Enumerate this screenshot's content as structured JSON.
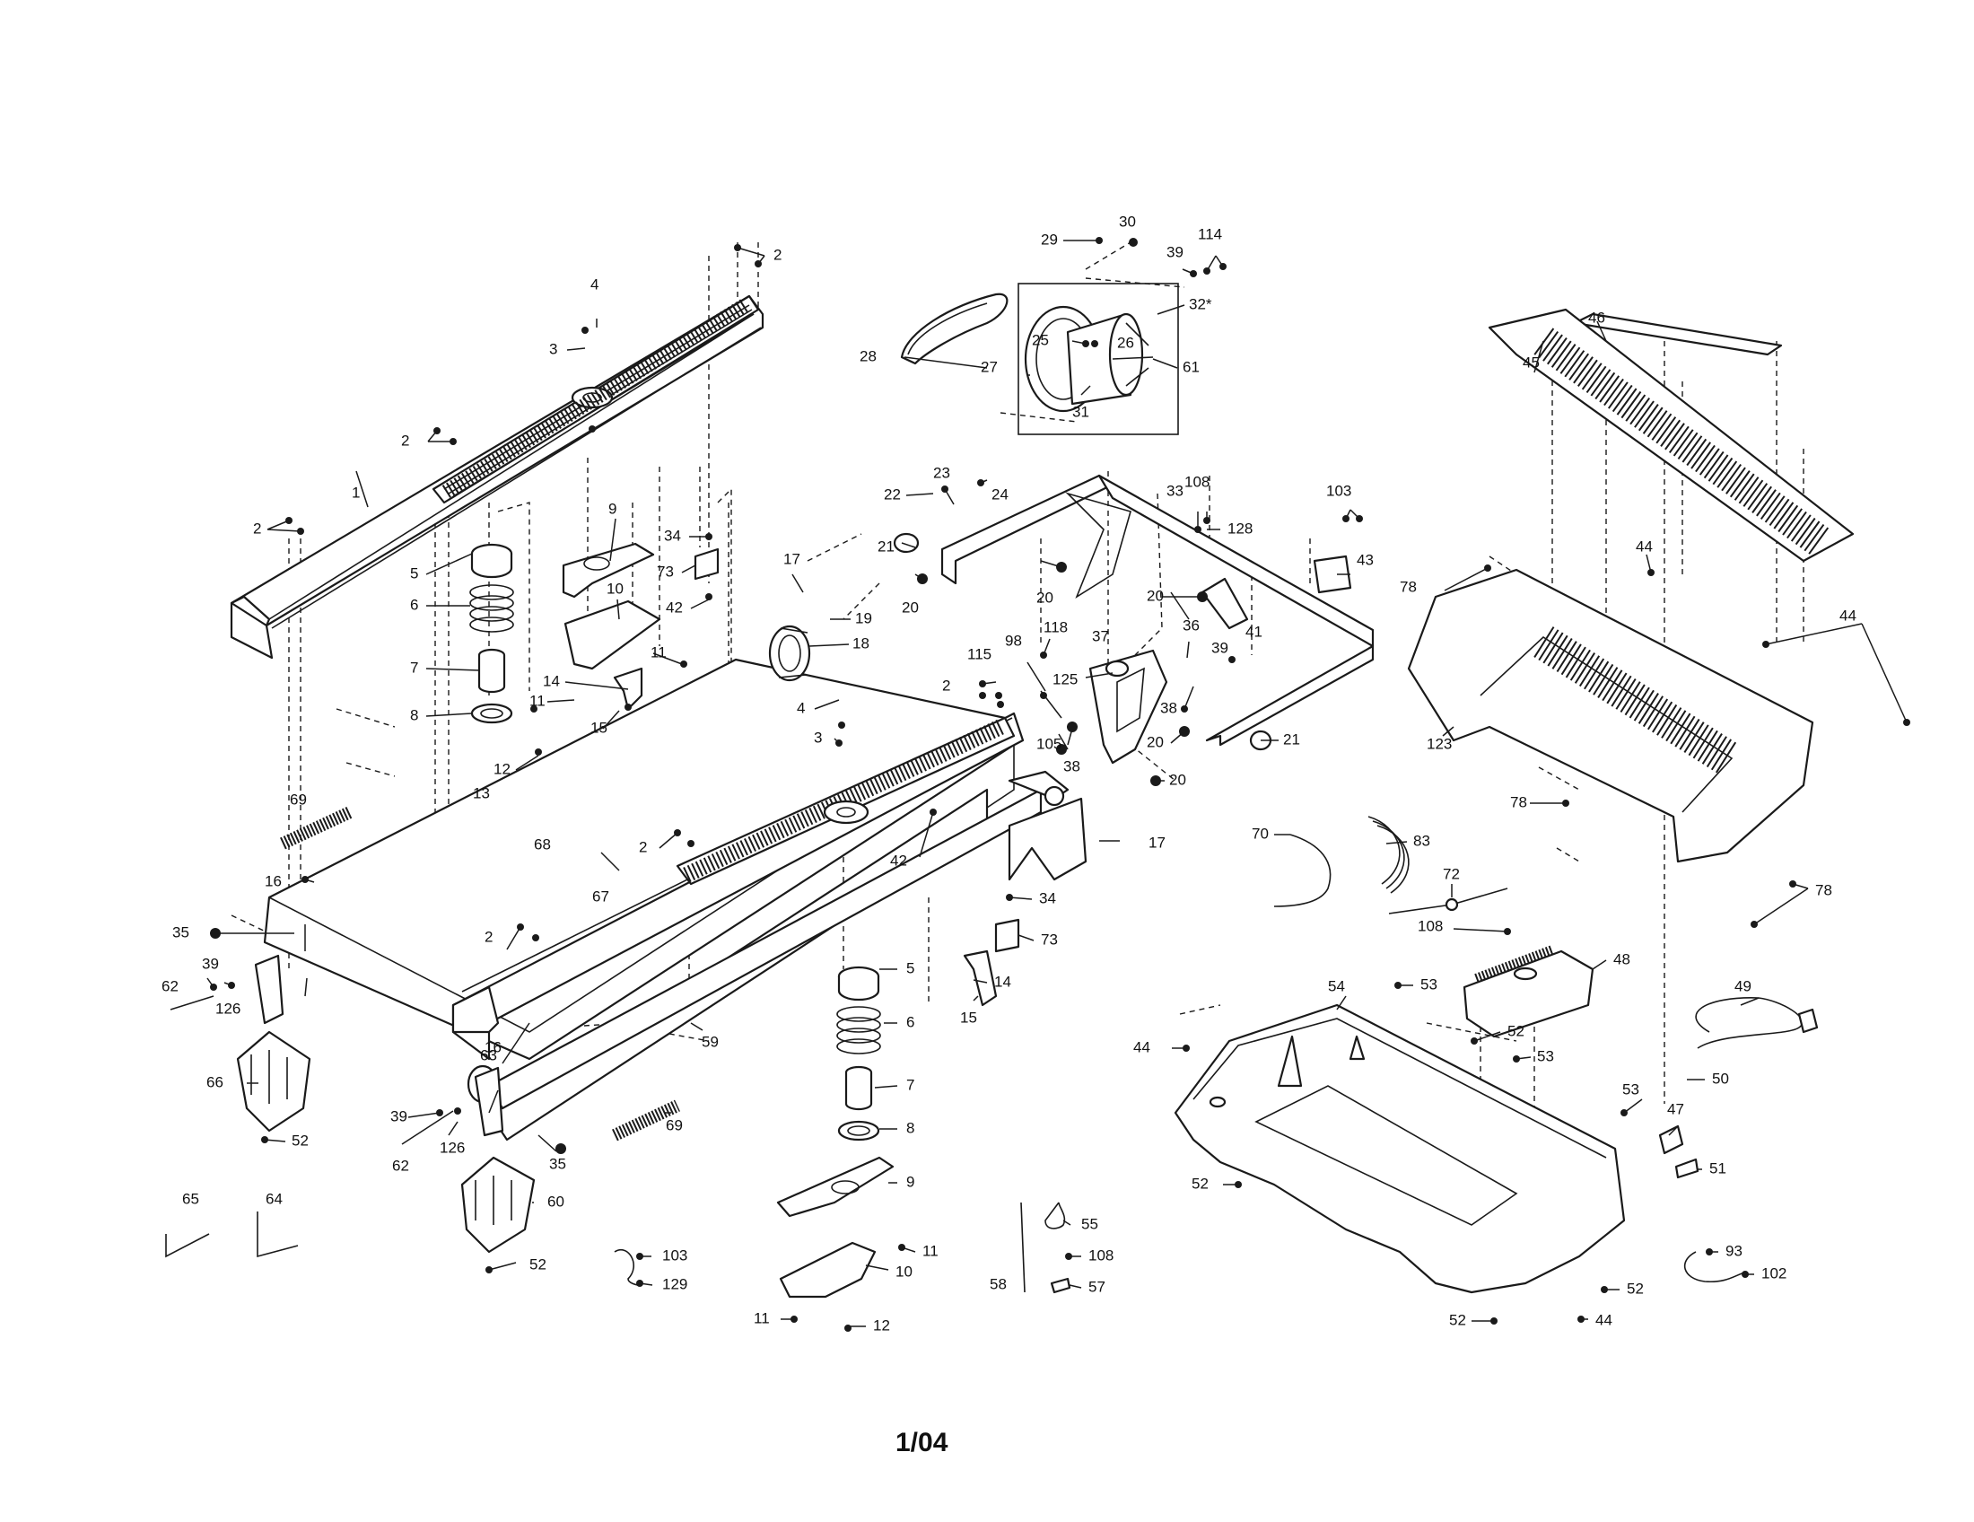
{
  "page_number": "1/04",
  "callouts": [
    {
      "id": "c2a",
      "label": "2"
    },
    {
      "id": "c4a",
      "label": "4"
    },
    {
      "id": "c3a",
      "label": "3"
    },
    {
      "id": "c2b",
      "label": "2"
    },
    {
      "id": "c1",
      "label": "1"
    },
    {
      "id": "c2c",
      "label": "2"
    },
    {
      "id": "c5a",
      "label": "5"
    },
    {
      "id": "c6a",
      "label": "6"
    },
    {
      "id": "c7a",
      "label": "7"
    },
    {
      "id": "c8a",
      "label": "8"
    },
    {
      "id": "c9a",
      "label": "9"
    },
    {
      "id": "c10a",
      "label": "10"
    },
    {
      "id": "c34a",
      "label": "34"
    },
    {
      "id": "c73a",
      "label": "73"
    },
    {
      "id": "c42a",
      "label": "42"
    },
    {
      "id": "c11a",
      "label": "11"
    },
    {
      "id": "c11b",
      "label": "11"
    },
    {
      "id": "c14a",
      "label": "14"
    },
    {
      "id": "c15a",
      "label": "15"
    },
    {
      "id": "c12a",
      "label": "12"
    },
    {
      "id": "c13",
      "label": "13"
    },
    {
      "id": "c69a",
      "label": "69"
    },
    {
      "id": "c68",
      "label": "68"
    },
    {
      "id": "c16a",
      "label": "16"
    },
    {
      "id": "c35a",
      "label": "35"
    },
    {
      "id": "c39a",
      "label": "39"
    },
    {
      "id": "c62a",
      "label": "62"
    },
    {
      "id": "c126a",
      "label": "126"
    },
    {
      "id": "c66",
      "label": "66"
    },
    {
      "id": "c52a",
      "label": "52"
    },
    {
      "id": "c65",
      "label": "65"
    },
    {
      "id": "c64",
      "label": "64"
    },
    {
      "id": "c17a",
      "label": "17"
    },
    {
      "id": "c19",
      "label": "19"
    },
    {
      "id": "c18",
      "label": "18"
    },
    {
      "id": "c4b",
      "label": "4"
    },
    {
      "id": "c3b",
      "label": "3"
    },
    {
      "id": "c2d",
      "label": "2"
    },
    {
      "id": "c67",
      "label": "67"
    },
    {
      "id": "c2e",
      "label": "2"
    },
    {
      "id": "c42b",
      "label": "42"
    },
    {
      "id": "c16b",
      "label": "16"
    },
    {
      "id": "c63",
      "label": "63"
    },
    {
      "id": "c59",
      "label": "59"
    },
    {
      "id": "c69b",
      "label": "69"
    },
    {
      "id": "c39b",
      "label": "39"
    },
    {
      "id": "c62b",
      "label": "62"
    },
    {
      "id": "c126b",
      "label": "126"
    },
    {
      "id": "c35b",
      "label": "35"
    },
    {
      "id": "c60",
      "label": "60"
    },
    {
      "id": "c52b",
      "label": "52"
    },
    {
      "id": "c103a",
      "label": "103"
    },
    {
      "id": "c129",
      "label": "129"
    },
    {
      "id": "c5b",
      "label": "5"
    },
    {
      "id": "c6b",
      "label": "6"
    },
    {
      "id": "c7b",
      "label": "7"
    },
    {
      "id": "c8b",
      "label": "8"
    },
    {
      "id": "c9b",
      "label": "9"
    },
    {
      "id": "c11c",
      "label": "11"
    },
    {
      "id": "c10b",
      "label": "10"
    },
    {
      "id": "c11d",
      "label": "11"
    },
    {
      "id": "c12b",
      "label": "12"
    },
    {
      "id": "c34b",
      "label": "34"
    },
    {
      "id": "c73b",
      "label": "73"
    },
    {
      "id": "c14b",
      "label": "14"
    },
    {
      "id": "c15b",
      "label": "15"
    },
    {
      "id": "c58",
      "label": "58"
    },
    {
      "id": "c55",
      "label": "55"
    },
    {
      "id": "c108a",
      "label": "108"
    },
    {
      "id": "c57",
      "label": "57"
    },
    {
      "id": "c29",
      "label": "29"
    },
    {
      "id": "c30",
      "label": "30"
    },
    {
      "id": "c39c",
      "label": "39"
    },
    {
      "id": "c114",
      "label": "114"
    },
    {
      "id": "c32",
      "label": "32*"
    },
    {
      "id": "c28",
      "label": "28"
    },
    {
      "id": "c27",
      "label": "27"
    },
    {
      "id": "c61",
      "label": "61"
    },
    {
      "id": "c31",
      "label": "31"
    },
    {
      "id": "c25",
      "label": "25"
    },
    {
      "id": "c26",
      "label": "26"
    },
    {
      "id": "c23",
      "label": "23"
    },
    {
      "id": "c22",
      "label": "22"
    },
    {
      "id": "c24",
      "label": "24"
    },
    {
      "id": "c21a",
      "label": "21"
    },
    {
      "id": "c20a",
      "label": "20"
    },
    {
      "id": "c20b",
      "label": "20"
    },
    {
      "id": "c33",
      "label": "33"
    },
    {
      "id": "c108b",
      "label": "108"
    },
    {
      "id": "c128",
      "label": "128"
    },
    {
      "id": "c103b",
      "label": "103"
    },
    {
      "id": "c43",
      "label": "43"
    },
    {
      "id": "c20c",
      "label": "20"
    },
    {
      "id": "c36",
      "label": "36"
    },
    {
      "id": "c41",
      "label": "41"
    },
    {
      "id": "c39d",
      "label": "39"
    },
    {
      "id": "c118",
      "label": "118"
    },
    {
      "id": "c98",
      "label": "98"
    },
    {
      "id": "c115",
      "label": "115"
    },
    {
      "id": "c2f",
      "label": "2"
    },
    {
      "id": "c125",
      "label": "125"
    },
    {
      "id": "c37",
      "label": "37"
    },
    {
      "id": "c38a",
      "label": "38"
    },
    {
      "id": "c105",
      "label": "105"
    },
    {
      "id": "c38b",
      "label": "38"
    },
    {
      "id": "c20d",
      "label": "20"
    },
    {
      "id": "c20e",
      "label": "20"
    },
    {
      "id": "c21b",
      "label": "21"
    },
    {
      "id": "c17b",
      "label": "17"
    },
    {
      "id": "c46",
      "label": "46"
    },
    {
      "id": "c45",
      "label": "45"
    },
    {
      "id": "c44a",
      "label": "44"
    },
    {
      "id": "c78a",
      "label": "78"
    },
    {
      "id": "c44b",
      "label": "44"
    },
    {
      "id": "c123",
      "label": "123"
    },
    {
      "id": "c78b",
      "label": "78"
    },
    {
      "id": "c78c",
      "label": "78"
    },
    {
      "id": "c70",
      "label": "70"
    },
    {
      "id": "c83",
      "label": "83"
    },
    {
      "id": "c72",
      "label": "72"
    },
    {
      "id": "c108c",
      "label": "108"
    },
    {
      "id": "c48",
      "label": "48"
    },
    {
      "id": "c54",
      "label": "54"
    },
    {
      "id": "c53a",
      "label": "53"
    },
    {
      "id": "c44c",
      "label": "44"
    },
    {
      "id": "c52c",
      "label": "52"
    },
    {
      "id": "c53b",
      "label": "53"
    },
    {
      "id": "c49",
      "label": "49"
    },
    {
      "id": "c50",
      "label": "50"
    },
    {
      "id": "c53c",
      "label": "53"
    },
    {
      "id": "c47",
      "label": "47"
    },
    {
      "id": "c51",
      "label": "51"
    },
    {
      "id": "c52d",
      "label": "52"
    },
    {
      "id": "c93",
      "label": "93"
    },
    {
      "id": "c102",
      "label": "102"
    },
    {
      "id": "c52e",
      "label": "52"
    },
    {
      "id": "c52f",
      "label": "52"
    },
    {
      "id": "c44d",
      "label": "44"
    }
  ]
}
